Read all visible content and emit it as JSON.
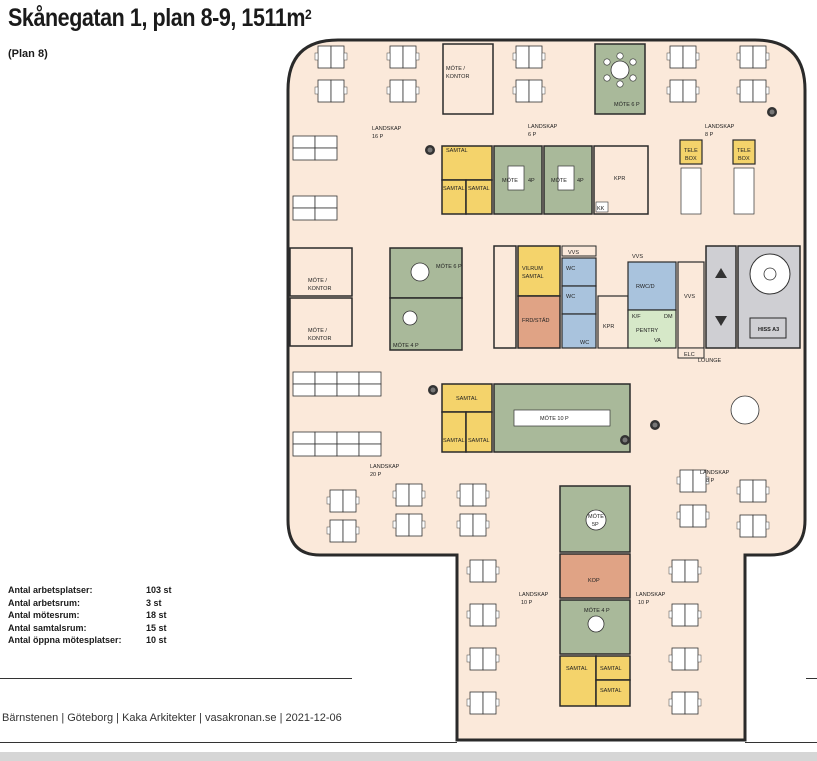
{
  "header": {
    "title": "Skånegatan 1, plan 8-9, 1511m",
    "title_superscript": "2",
    "subtitle": "(Plan 8)"
  },
  "stats": [
    {
      "label": "Antal arbetsplatser:",
      "value": "103 st"
    },
    {
      "label": "Antal arbetsrum:",
      "value": "3 st"
    },
    {
      "label": "Antal mötesrum:",
      "value": "18 st"
    },
    {
      "label": "Antal samtalsrum:",
      "value": "15 st"
    },
    {
      "label": "Antal öppna mötesplatser:",
      "value": "10 st"
    }
  ],
  "footer": {
    "credit": "Bärnstenen | Göteborg | Kaka Arkitekter | vasakronan.se | 2021-12-06"
  },
  "plan": {
    "labels": {
      "landskap": "LANDSKAP",
      "p16": "16 P",
      "p6": "6 P",
      "p8": "8 P",
      "p20": "20 P",
      "p10": "10 P",
      "mote_kontor_a": "MÖTE /",
      "mote_kontor_b": "KONTOR",
      "mote6p": "MÖTE 6 P",
      "mote4p": "MÖTE 4 P",
      "samtal": "SAMTAL",
      "mote": "MÖTE",
      "four_p": "4P",
      "kpr": "KPR",
      "kk": "KK",
      "tele": "TELE",
      "box": "BOX",
      "vvs": "VVS",
      "vilrum": "VILRUM",
      "wc": "WC",
      "frd_stad": "FRD/STÄD",
      "rwc_d": "RWC/D",
      "kf": "K/F",
      "dm": "DM",
      "pentry": "PENTRY",
      "va": "VA",
      "elc": "ELC",
      "hiss": "HISS A3",
      "lounge": "LOUNGE",
      "mote10p": "MÖTE 10 P",
      "mote_sp_a": "MÖTE",
      "mote_sp_b": "5P",
      "kop": "KOP"
    },
    "colors": {
      "floor": "#fbe9da",
      "meeting_green": "#a9b99a",
      "samtal_yellow": "#f4d36b",
      "wc_blue": "#a9c3dd",
      "frd_orange": "#e0a385",
      "pentry_green": "#d6e8c8",
      "stair_gray": "#cfcfd3",
      "wall": "#2a2a2a"
    }
  }
}
